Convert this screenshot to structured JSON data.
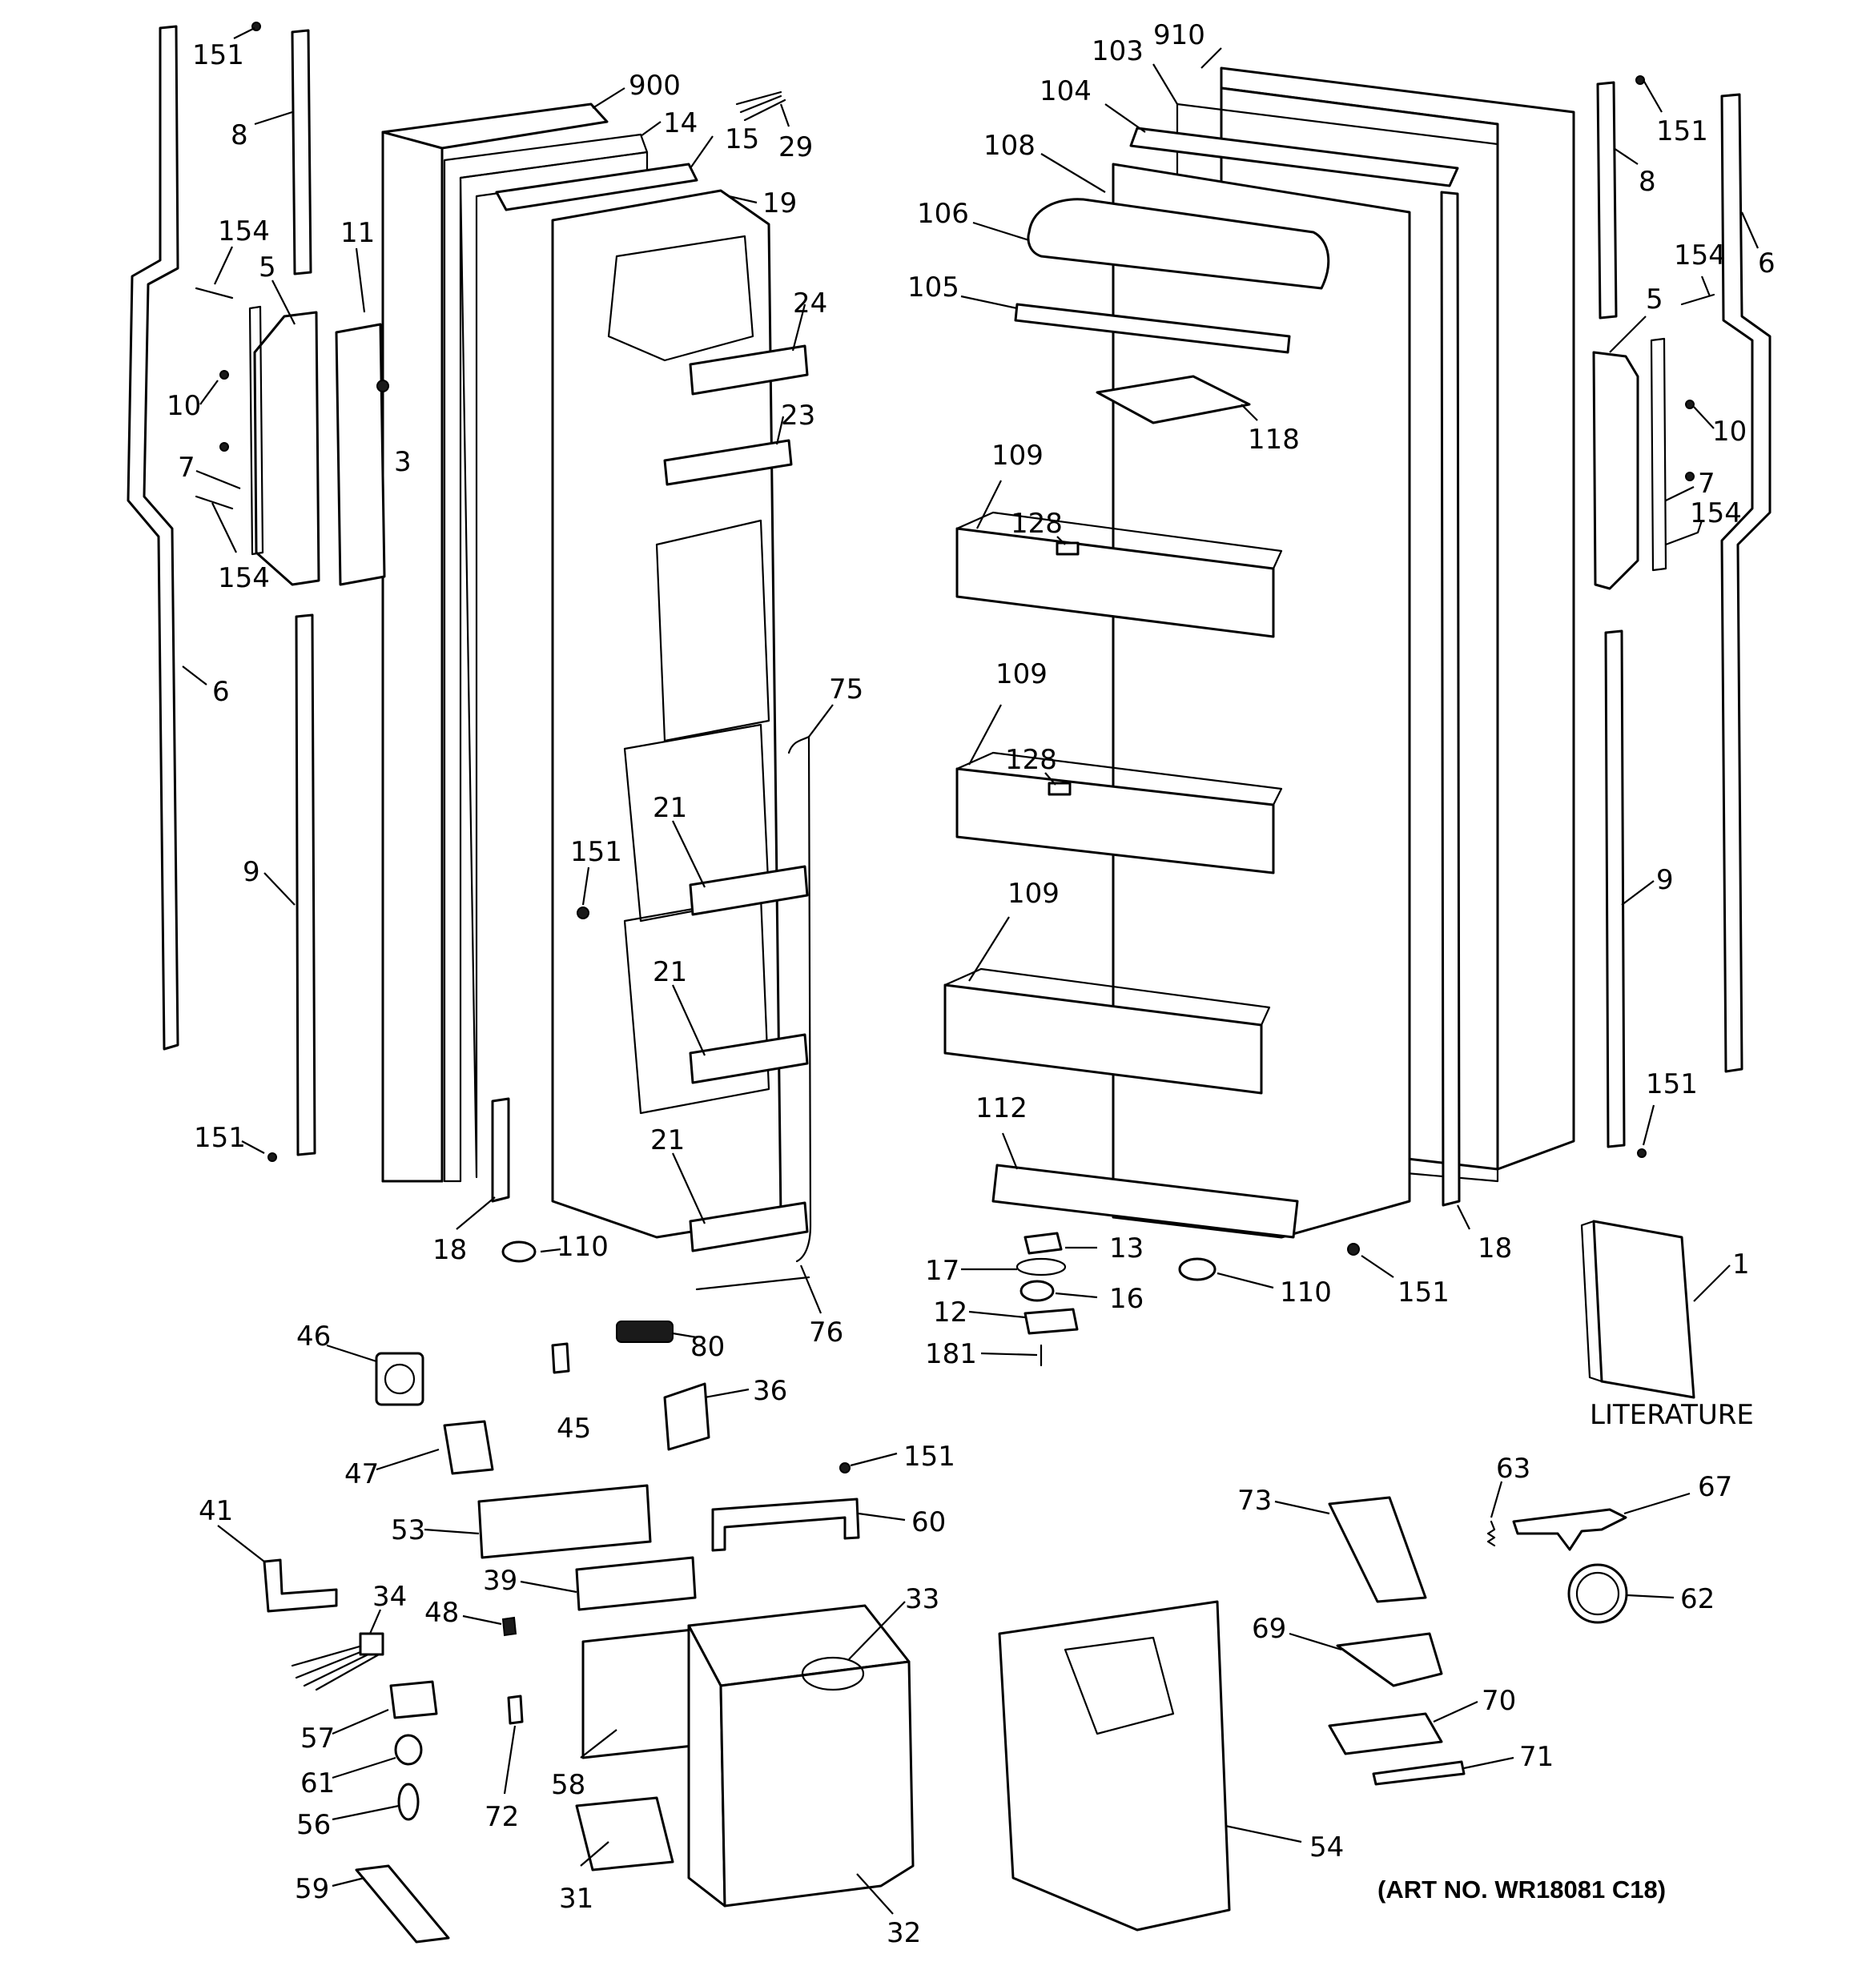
{
  "diagram": {
    "literature_label": "LITERATURE",
    "art_number": "(ART NO. WR18081 C18)",
    "callouts": [
      {
        "id": "l-151-a",
        "text": "151"
      },
      {
        "id": "l-8-a",
        "text": "8"
      },
      {
        "id": "l-154-a",
        "text": "154"
      },
      {
        "id": "l-11",
        "text": "11"
      },
      {
        "id": "l-5-a",
        "text": "5"
      },
      {
        "id": "l-10-a",
        "text": "10"
      },
      {
        "id": "l-3",
        "text": "3"
      },
      {
        "id": "l-7-a",
        "text": "7"
      },
      {
        "id": "l-154-b",
        "text": "154"
      },
      {
        "id": "l-6-a",
        "text": "6"
      },
      {
        "id": "l-9-a",
        "text": "9"
      },
      {
        "id": "l-151-b",
        "text": "151"
      },
      {
        "id": "l-900",
        "text": "900"
      },
      {
        "id": "l-14",
        "text": "14"
      },
      {
        "id": "l-15",
        "text": "15"
      },
      {
        "id": "l-29",
        "text": "29"
      },
      {
        "id": "l-19",
        "text": "19"
      },
      {
        "id": "l-24",
        "text": "24"
      },
      {
        "id": "l-23",
        "text": "23"
      },
      {
        "id": "l-75",
        "text": "75"
      },
      {
        "id": "l-21-a",
        "text": "21"
      },
      {
        "id": "l-151-c",
        "text": "151"
      },
      {
        "id": "l-21-b",
        "text": "21"
      },
      {
        "id": "l-21-c",
        "text": "21"
      },
      {
        "id": "l-18-a",
        "text": "18"
      },
      {
        "id": "l-110-a",
        "text": "110"
      },
      {
        "id": "l-80",
        "text": "80"
      },
      {
        "id": "l-76",
        "text": "76"
      },
      {
        "id": "l-910",
        "text": "910"
      },
      {
        "id": "l-103",
        "text": "103"
      },
      {
        "id": "l-104",
        "text": "104"
      },
      {
        "id": "l-108",
        "text": "108"
      },
      {
        "id": "l-106",
        "text": "106"
      },
      {
        "id": "l-105",
        "text": "105"
      },
      {
        "id": "l-118",
        "text": "118"
      },
      {
        "id": "l-109-a",
        "text": "109"
      },
      {
        "id": "l-128-a",
        "text": "128"
      },
      {
        "id": "l-109-b",
        "text": "109"
      },
      {
        "id": "l-128-b",
        "text": "128"
      },
      {
        "id": "l-109-c",
        "text": "109"
      },
      {
        "id": "l-112",
        "text": "112"
      },
      {
        "id": "l-13",
        "text": "13"
      },
      {
        "id": "l-17",
        "text": "17"
      },
      {
        "id": "l-16",
        "text": "16"
      },
      {
        "id": "l-12",
        "text": "12"
      },
      {
        "id": "l-181",
        "text": "181"
      },
      {
        "id": "l-110-b",
        "text": "110"
      },
      {
        "id": "l-151-d",
        "text": "151"
      },
      {
        "id": "l-18-b",
        "text": "18"
      },
      {
        "id": "l-151-e",
        "text": "151"
      },
      {
        "id": "l-8-b",
        "text": "8"
      },
      {
        "id": "l-6-b",
        "text": "6"
      },
      {
        "id": "l-154-c",
        "text": "154"
      },
      {
        "id": "l-5-b",
        "text": "5"
      },
      {
        "id": "l-10-b",
        "text": "10"
      },
      {
        "id": "l-7-b",
        "text": "7"
      },
      {
        "id": "l-154-d",
        "text": "154"
      },
      {
        "id": "l-9-b",
        "text": "9"
      },
      {
        "id": "l-151-f",
        "text": "151"
      },
      {
        "id": "l-1",
        "text": "1"
      },
      {
        "id": "l-46",
        "text": "46"
      },
      {
        "id": "l-45",
        "text": "45"
      },
      {
        "id": "l-36",
        "text": "36"
      },
      {
        "id": "l-47",
        "text": "47"
      },
      {
        "id": "l-151-g",
        "text": "151"
      },
      {
        "id": "l-41",
        "text": "41"
      },
      {
        "id": "l-53",
        "text": "53"
      },
      {
        "id": "l-60",
        "text": "60"
      },
      {
        "id": "l-39",
        "text": "39"
      },
      {
        "id": "l-34",
        "text": "34"
      },
      {
        "id": "l-48",
        "text": "48"
      },
      {
        "id": "l-33",
        "text": "33"
      },
      {
        "id": "l-57",
        "text": "57"
      },
      {
        "id": "l-61",
        "text": "61"
      },
      {
        "id": "l-58",
        "text": "58"
      },
      {
        "id": "l-56",
        "text": "56"
      },
      {
        "id": "l-72",
        "text": "72"
      },
      {
        "id": "l-59",
        "text": "59"
      },
      {
        "id": "l-31",
        "text": "31"
      },
      {
        "id": "l-32",
        "text": "32"
      },
      {
        "id": "l-73",
        "text": "73"
      },
      {
        "id": "l-63",
        "text": "63"
      },
      {
        "id": "l-67",
        "text": "67"
      },
      {
        "id": "l-62",
        "text": "62"
      },
      {
        "id": "l-69",
        "text": "69"
      },
      {
        "id": "l-70",
        "text": "70"
      },
      {
        "id": "l-71",
        "text": "71"
      },
      {
        "id": "l-54",
        "text": "54"
      }
    ]
  }
}
